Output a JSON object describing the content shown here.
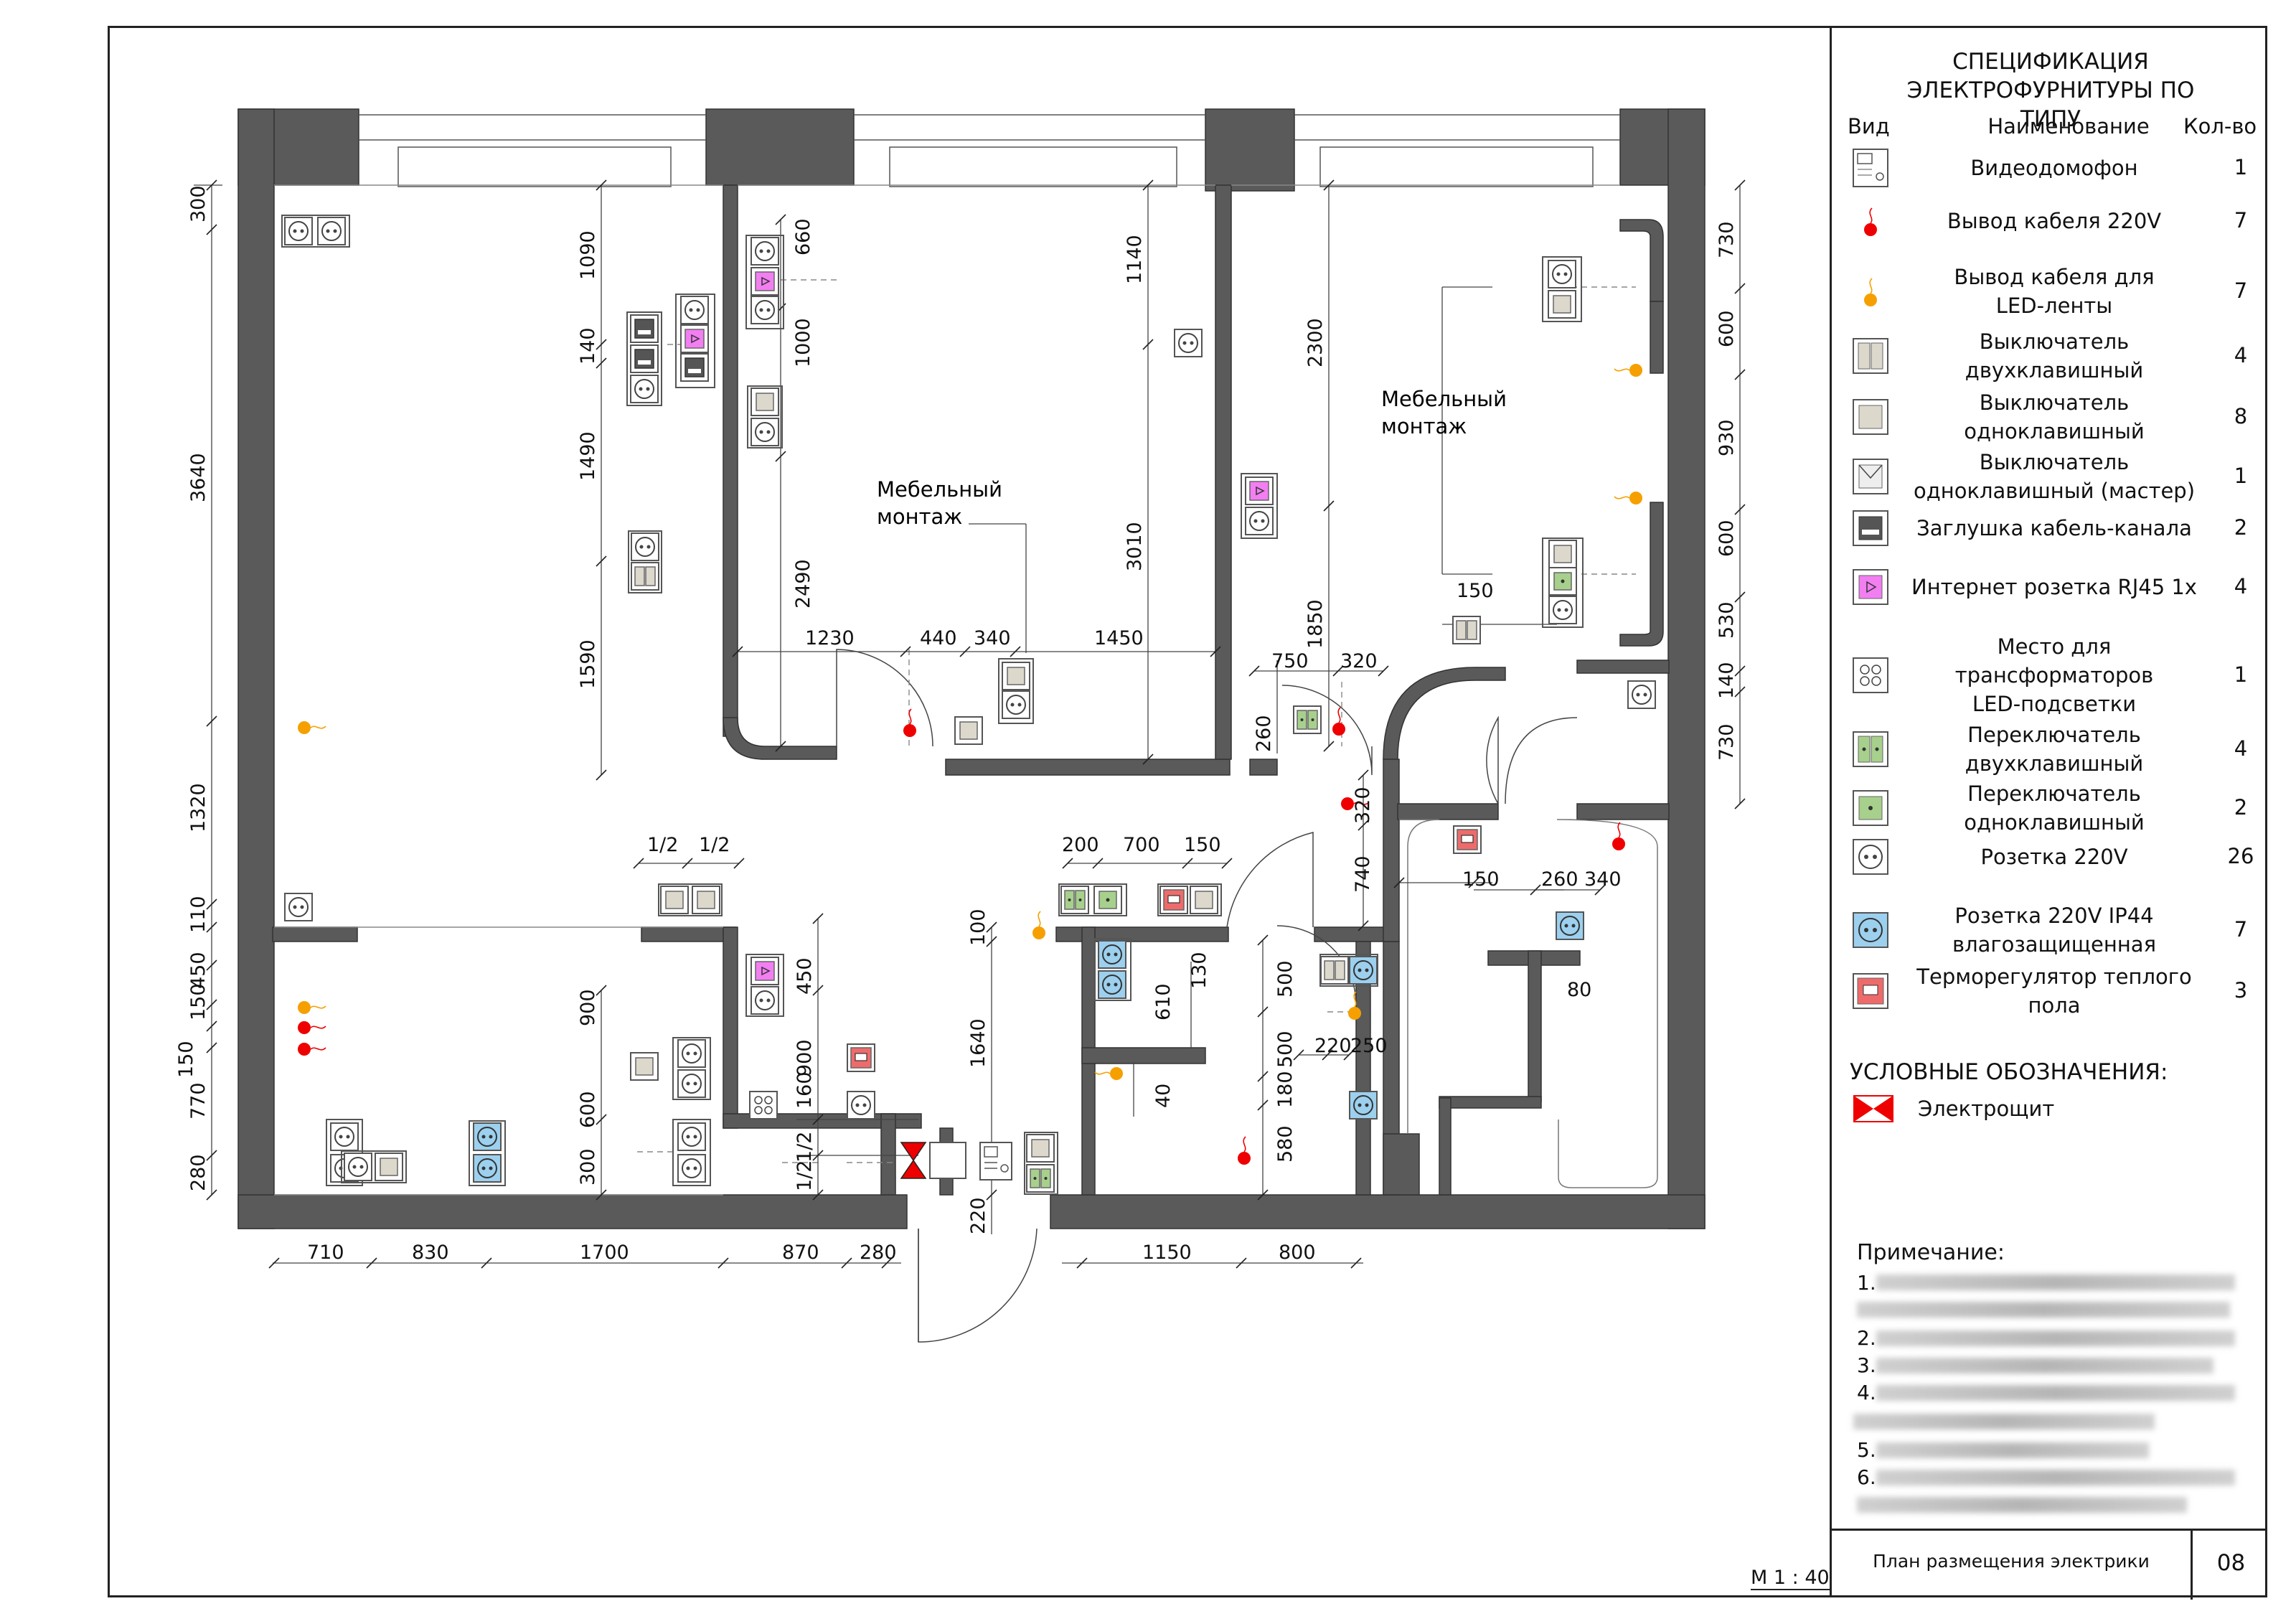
{
  "spec": {
    "title_line1": "СПЕЦИФИКАЦИЯ ЭЛЕКТРОФУРНИТУРЫ ПО",
    "title_line2": "ТИПУ",
    "col_view": "Вид",
    "col_name": "Наименование",
    "col_qty": "Кол-во",
    "items": [
      {
        "l1": "Видеодомофон",
        "l2": "",
        "qty": "1",
        "icon": "intercom-icon"
      },
      {
        "l1": "Вывод кабеля 220V",
        "l2": "",
        "qty": "7",
        "icon": "cable-220v-icon"
      },
      {
        "l1": "Вывод кабеля для",
        "l2": "LED-ленты",
        "qty": "7",
        "icon": "cable-led-icon"
      },
      {
        "l1": "Выключатель",
        "l2": "двухклавишный",
        "qty": "4",
        "icon": "double-switch-icon"
      },
      {
        "l1": "Выключатель",
        "l2": "одноклавишный",
        "qty": "8",
        "icon": "single-switch-icon"
      },
      {
        "l1": "Выключатель",
        "l2": "одноклавишный (мастер)",
        "qty": "1",
        "icon": "master-switch-icon"
      },
      {
        "l1": "Заглушка кабель-канала",
        "l2": "",
        "qty": "2",
        "icon": "cable-cap-icon"
      },
      {
        "l1": "Интернет розетка RJ45 1x",
        "l2": "",
        "qty": "4",
        "icon": "rj45-icon"
      },
      {
        "l1": "Место для",
        "l2": "трансформаторов",
        "l3": "LED-подсветки",
        "qty": "1",
        "icon": "led-transformer-icon"
      },
      {
        "l1": "Переключатель",
        "l2": "двухклавишный",
        "qty": "4",
        "icon": "double-toggle-icon"
      },
      {
        "l1": "Переключатель",
        "l2": "одноклавишный",
        "qty": "2",
        "icon": "single-toggle-icon"
      },
      {
        "l1": "Розетка 220V",
        "l2": "",
        "qty": "26",
        "icon": "socket-icon"
      },
      {
        "l1": "Розетка 220V IP44",
        "l2": "влагозащищенная",
        "qty": "7",
        "icon": "ip44-socket-icon"
      },
      {
        "l1": "Терморегулятор теплого",
        "l2": "пола",
        "qty": "3",
        "icon": "thermostat-icon"
      }
    ]
  },
  "legend": {
    "title": "УСЛОВНЫЕ ОБОЗНАЧЕНИЯ:",
    "panel": "Электрощит"
  },
  "notes": {
    "title": "Примечание:",
    "n1": "1.",
    "n2": "2.",
    "n3": "3.",
    "n4": "4.",
    "n5": "5.",
    "n6": "6."
  },
  "title_block": {
    "name": "План размещения электрики",
    "sheet": "08"
  },
  "scale": "М 1 : 40",
  "plan": {
    "furniture_mount": {
      "l1": "Мебельный",
      "l2": "монтаж"
    },
    "dims": {
      "d300": "300",
      "d3640": "3640",
      "d1320": "1320",
      "d110": "110",
      "d150": "150",
      "d450": "450",
      "d150b": "150",
      "d770": "770",
      "d280": "280",
      "d1090": "1090",
      "d140": "140",
      "d1490": "1490",
      "d1590": "1590",
      "d660": "660",
      "d1000": "1000",
      "d2490": "2490",
      "d1140": "1140",
      "d3010": "3010",
      "d2300": "2300",
      "d1850": "1850",
      "d730": "730",
      "d600": "600",
      "d930": "930",
      "d600b": "600",
      "d530": "530",
      "d140b": "140",
      "d730b": "730",
      "d1230": "1230",
      "d440": "440",
      "d340": "340",
      "d1450": "1450",
      "d150c": "150",
      "d750": "750",
      "d320": "320",
      "d260": "260",
      "d320b": "320",
      "d740": "740",
      "half1": "1/2",
      "half2": "1/2",
      "d200": "200",
      "d700": "700",
      "d150d": "150",
      "d150e": "150",
      "d260b": "260",
      "d340b": "340",
      "d80": "80",
      "d900": "900",
      "d600c": "600",
      "d300b": "300",
      "d450b": "450",
      "d900b": "900",
      "d160": "160",
      "d12a": "1/2",
      "d12b": "1/2",
      "d100": "100",
      "d1640": "1640",
      "d220": "220",
      "d610": "610",
      "d130": "130",
      "d40": "40",
      "d500": "500",
      "d500b": "500",
      "d180": "180",
      "d580": "580",
      "d220b": "220",
      "d250": "250",
      "b710": "710",
      "b830": "830",
      "b1700": "1700",
      "b870": "870",
      "b280": "280",
      "b1150": "1150",
      "b800": "800"
    }
  }
}
